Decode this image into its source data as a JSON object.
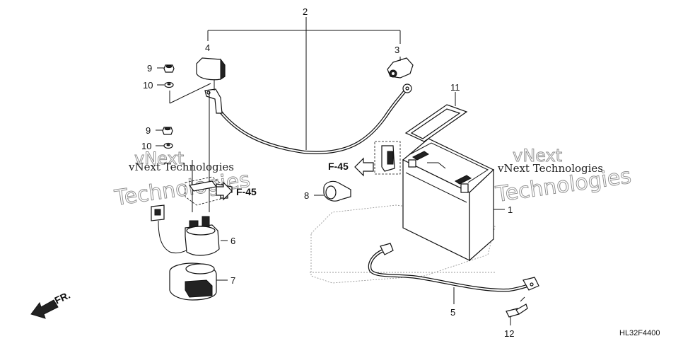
{
  "callouts": {
    "c1": "1",
    "c2": "2",
    "c3": "3",
    "c4": "4",
    "c5": "5",
    "c6": "6",
    "c7": "7",
    "c8": "8",
    "c9a": "9",
    "c9b": "9",
    "c10a": "10",
    "c10b": "10",
    "c11": "11",
    "c12": "12"
  },
  "refs": {
    "left": "F-45",
    "center": "F-45"
  },
  "direction_label": "FR.",
  "diagram_code": "HL32F4400",
  "watermarks": {
    "left_small": "vNext Technologies",
    "left_large": "Technologies",
    "left_top": "vNext",
    "right_small": "vNext Technologies",
    "right_large": "Technologies",
    "right_top": "vNext"
  }
}
